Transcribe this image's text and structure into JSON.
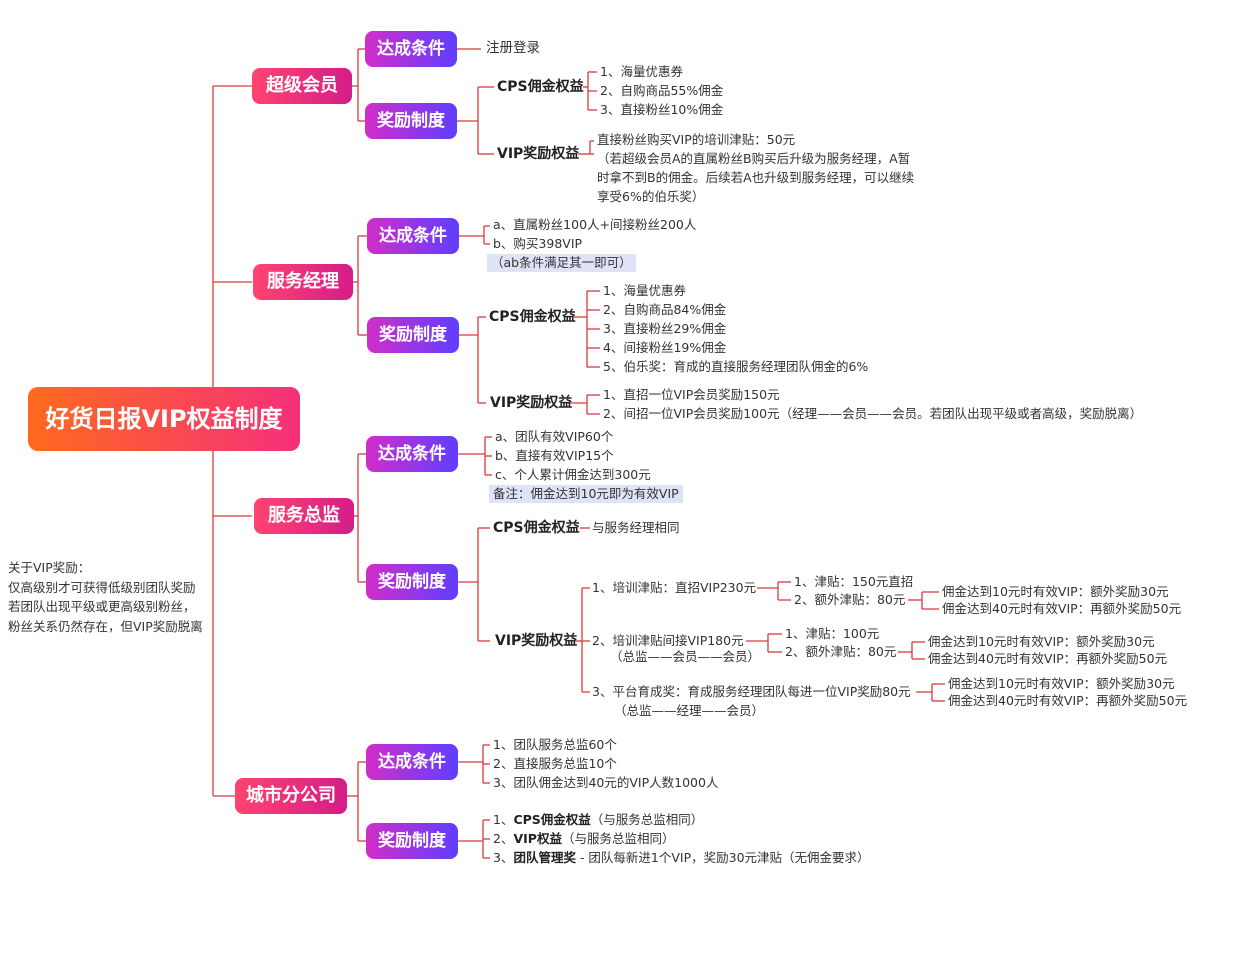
{
  "root": "好货日报VIP权益制度",
  "labels": {
    "reach": "达成条件",
    "reward": "奖励制度",
    "cps": "CPS佣金权益",
    "vip": "VIP奖励权益",
    "vip_short": "VIP权益",
    "team": "团队管理奖"
  },
  "note": [
    "关于VIP奖励：",
    "仅高级别才可获得低级别团队奖励",
    "若团队出现平级或更高级别粉丝，",
    "粉丝关系仍然存在，但VIP奖励脱离"
  ],
  "super": {
    "title": "超级会员",
    "reach": "注册登录",
    "cps": [
      "1、海量优惠券",
      "2、自购商品55%佣金",
      "3、直接粉丝10%佣金"
    ],
    "vip": [
      "直接粉丝购买VIP的培训津贴：50元",
      "（若超级会员A的直属粉丝B购买后升级为服务经理，A暂",
      "时拿不到B的佣金。后续若A也升级到服务经理，可以继续",
      "享受6%的伯乐奖）"
    ]
  },
  "manager": {
    "title": "服务经理",
    "reach": [
      "a、直属粉丝100人+间接粉丝200人",
      "b、购买398VIP"
    ],
    "reach_note": "（ab条件满足其一即可）",
    "cps": [
      "1、海量优惠券",
      "2、自购商品84%佣金",
      "3、直接粉丝29%佣金",
      "4、间接粉丝19%佣金",
      "5、伯乐奖：育成的直接服务经理团队佣金的6%"
    ],
    "vip": [
      "1、直招一位VIP会员奖励150元",
      "2、间招一位VIP会员奖励100元（经理——会员——会员。若团队出现平级或者高级，奖励脱离）"
    ]
  },
  "director": {
    "title": "服务总监",
    "reach": [
      "a、团队有效VIP60个",
      "b、直接有效VIP15个",
      "c、个人累计佣金达到300元"
    ],
    "reach_note": "备注：佣金达到10元即为有效VIP",
    "cps_same": "与服务经理相同",
    "vip1": "1、培训津贴：直招VIP230元",
    "vip1_sub": [
      "1、津贴：150元直招",
      "2、额外津贴：80元"
    ],
    "vip1_bonus": [
      "佣金达到10元时有效VIP：额外奖励30元",
      "佣金达到40元时有效VIP：再额外奖励50元"
    ],
    "vip2": [
      "2、培训津贴间接VIP180元",
      "（总监——会员——会员）"
    ],
    "vip2_sub": [
      "1、津贴：100元",
      "2、额外津贴：80元"
    ],
    "vip2_bonus": [
      "佣金达到10元时有效VIP：额外奖励30元",
      "佣金达到40元时有效VIP：再额外奖励50元"
    ],
    "vip3": [
      "3、平台育成奖：育成服务经理团队每进一位VIP奖励80元",
      "（总监——经理——会员）"
    ],
    "vip3_bonus": [
      "佣金达到10元时有效VIP：额外奖励30元",
      "佣金达到40元时有效VIP：再额外奖励50元"
    ]
  },
  "city": {
    "title": "城市分公司",
    "reach": [
      "1、团队服务总监60个",
      "2、直接服务总监10个",
      "3、团队佣金达到40元的VIP人数1000人"
    ],
    "reward": [
      {
        "pre": "1、",
        "name": "CPS佣金权益",
        "post": "（与服务总监相同）"
      },
      {
        "pre": "2、",
        "name": "VIP权益",
        "post": "（与服务总监相同）"
      },
      {
        "pre": "3、",
        "name": "团队管理奖",
        "post": " - 团队每新进1个VIP，奖励30元津贴（无佣金要求）"
      }
    ]
  },
  "colors": {
    "line": "#d93a3a",
    "root_a": "#ff6a1d",
    "root_b": "#f5307a",
    "l1_a": "#ff4470",
    "l1_b": "#d41d88",
    "l2_a": "#d12ec9",
    "l2_b": "#5f3eff",
    "highlight": "#dfe3f7"
  }
}
